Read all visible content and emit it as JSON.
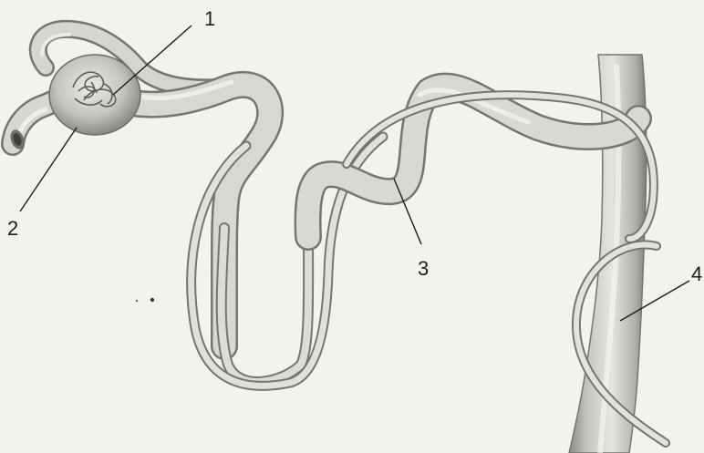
{
  "labels": {
    "one": "1",
    "two": "2",
    "three": "3",
    "four": "4"
  },
  "palette": {
    "background": "#f3f2ef",
    "tubule_fill": "#d4d2ce",
    "tubule_shadow": "#8f8d89",
    "tubule_highlight": "#f2f1ee",
    "text": "#1c1c1c"
  }
}
